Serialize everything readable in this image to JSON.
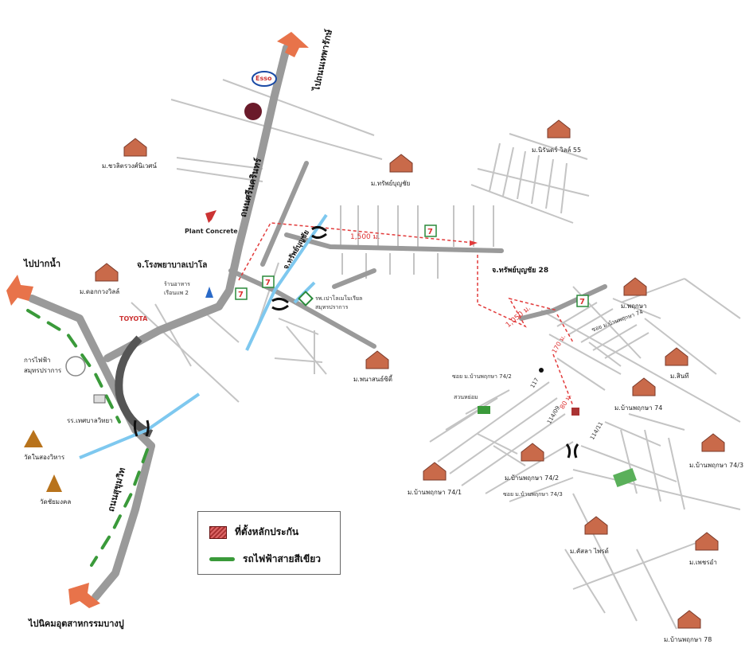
{
  "labels": {
    "to_pak_nam": "ไปปากน้ำ",
    "to_bang_phli": "ไปถนนเทพารักษ์",
    "to_bangpoo": "ไปนิคมอุตสาหกรรมบางปู",
    "srinakarin_rd": "ถนนศรีนครินทร์",
    "sukhumvit_rd": "ถนนสุขุมวิท",
    "plant_concrete": "Plant Concrete",
    "toyota": "TOYOTA",
    "esso": "Esso",
    "junction_hospital": "จ.โรงพยาบาลเปาโล",
    "junction_sap_bunchai": "จ.ทรัพย์บุญชัย",
    "junction_sap_bunchai_28": "จ.ทรัพย์บุญชัย 28",
    "restaurant": "ร้านอาหาร\nเรือนแพ 2",
    "hospital": "รพ.เปาโลเมโมเรียล\nสมุทรปราการ",
    "electric": "การไฟฟ้า\nสมุทรปราการ",
    "school": "รร.เทศบาลวิทยา",
    "wat1": "วัดในสองวิหาร",
    "wat2": "วัดชัยมงคล",
    "park": "สวนหย่อม",
    "dist_1500": "1,500 ม.",
    "dist_1050": "1,050 ม.",
    "dist_170": "170 ม.",
    "dist_80": "80 ม.",
    "soi_1": "ซอย ม.บ้านพฤกษา 74/2",
    "soi_2": "ซอย ม.บ้านพฤกษา 74/3",
    "soi_3": "ซอย ม.บ้านพฤกษา 74",
    "code_114_09": "114/09",
    "code_114_11": "114/11",
    "code_117": "117"
  },
  "villages": [
    "ม.ชวลิตรวงศ์นิเวศน์",
    "ม.ทรัพย์บุญชัย",
    "ม.นิรันดร์ วิลล์ 55",
    "ม.พฤกษา",
    "ม.ดอกกวงวิลล์",
    "ม.พนาสนธ์ซิตี้",
    "ม.สินที",
    "ม.บ้านพฤกษา 74",
    "ม.บ้านพฤกษา 74/2",
    "ม.บ้านพฤกษา 74/1",
    "ม.บ้านพฤกษา 74/3",
    "ม.คัสลา ไพรด์",
    "ม.เพชรอำ",
    "ม.บ้านพฤกษา 78"
  ],
  "legend": {
    "location": "ที่ตั้งหลักประกัน",
    "bts_green": "รถไฟฟ้าสายสีเขียว"
  },
  "colors": {
    "main_road": "#9a9a9a",
    "minor_road": "#bdbdbd",
    "canal": "#7ec8ef",
    "route": "#e23b3b",
    "bts": "#3a9a3a",
    "arrow": "#e8734a",
    "house": "#c96a4a"
  }
}
